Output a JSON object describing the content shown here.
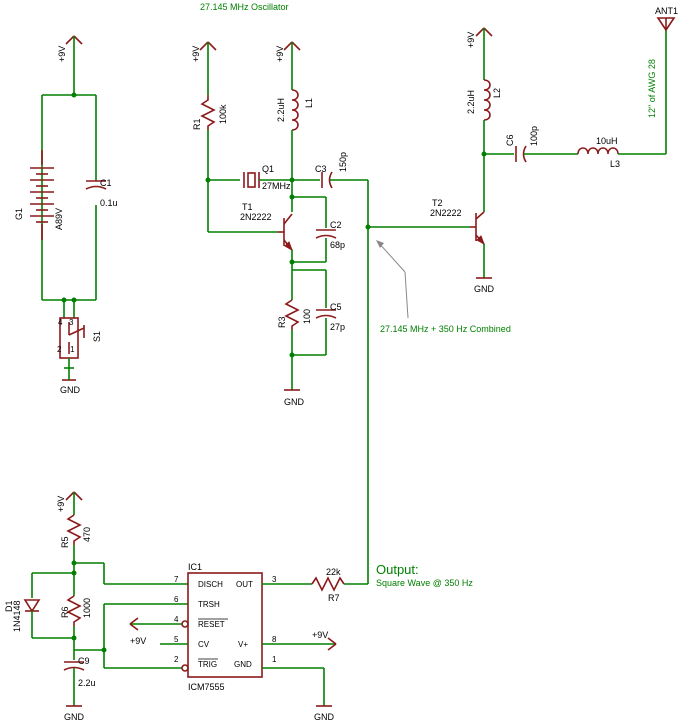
{
  "titles": {
    "oscillator": "27.145 MHz Oscillator",
    "combined": "27.145 MHz + 350 Hz Combined",
    "output_title": "Output:",
    "output_desc": "Square Wave @ 350 Hz",
    "antenna_note": "12\" of AWG 28"
  },
  "supply": {
    "vcc": "+9V",
    "gnd": "GND"
  },
  "components": {
    "g1": {
      "ref": "G1",
      "value": "A89V"
    },
    "c1": {
      "ref": "C1",
      "value": "0.1u"
    },
    "s1": {
      "ref": "S1",
      "pins": [
        "4",
        "3",
        "2",
        "1"
      ]
    },
    "r1": {
      "ref": "R1",
      "value": "100k"
    },
    "l1": {
      "ref": "L1",
      "value": "2.2uH"
    },
    "q1": {
      "ref": "Q1",
      "value": "27MHz"
    },
    "t1": {
      "ref": "T1",
      "value": "2N2222"
    },
    "c2": {
      "ref": "C2",
      "value": "68p"
    },
    "c3": {
      "ref": "C3",
      "value": "150p"
    },
    "r3": {
      "ref": "R3",
      "value": "100"
    },
    "c5": {
      "ref": "C5",
      "value": "27p"
    },
    "l2": {
      "ref": "L2",
      "value": "2.2uH"
    },
    "c6": {
      "ref": "C6",
      "value": "100p"
    },
    "l3": {
      "ref": "L3",
      "value": "10uH"
    },
    "t2": {
      "ref": "T2",
      "value": "2N2222"
    },
    "ant1": {
      "ref": "ANT1"
    },
    "r5": {
      "ref": "R5",
      "value": "470"
    },
    "r6": {
      "ref": "R6",
      "value": "1000"
    },
    "d1": {
      "ref": "D1",
      "value": "1N4148"
    },
    "c9": {
      "ref": "C9",
      "value": "2.2u"
    },
    "r7": {
      "ref": "R7",
      "value": "22k"
    },
    "ic1": {
      "ref": "IC1",
      "value": "ICM7555",
      "pins": {
        "disch": "DISCH",
        "trsh": "TRSH",
        "reset": "RESET",
        "cv": "CV",
        "trig": "TRIG",
        "out": "OUT",
        "vplus": "V+",
        "gnd": "GND"
      },
      "pin_numbers": {
        "disch": "7",
        "trsh": "6",
        "reset": "4",
        "cv": "5",
        "trig": "2",
        "out": "3",
        "vplus": "8",
        "gnd": "1"
      }
    }
  }
}
